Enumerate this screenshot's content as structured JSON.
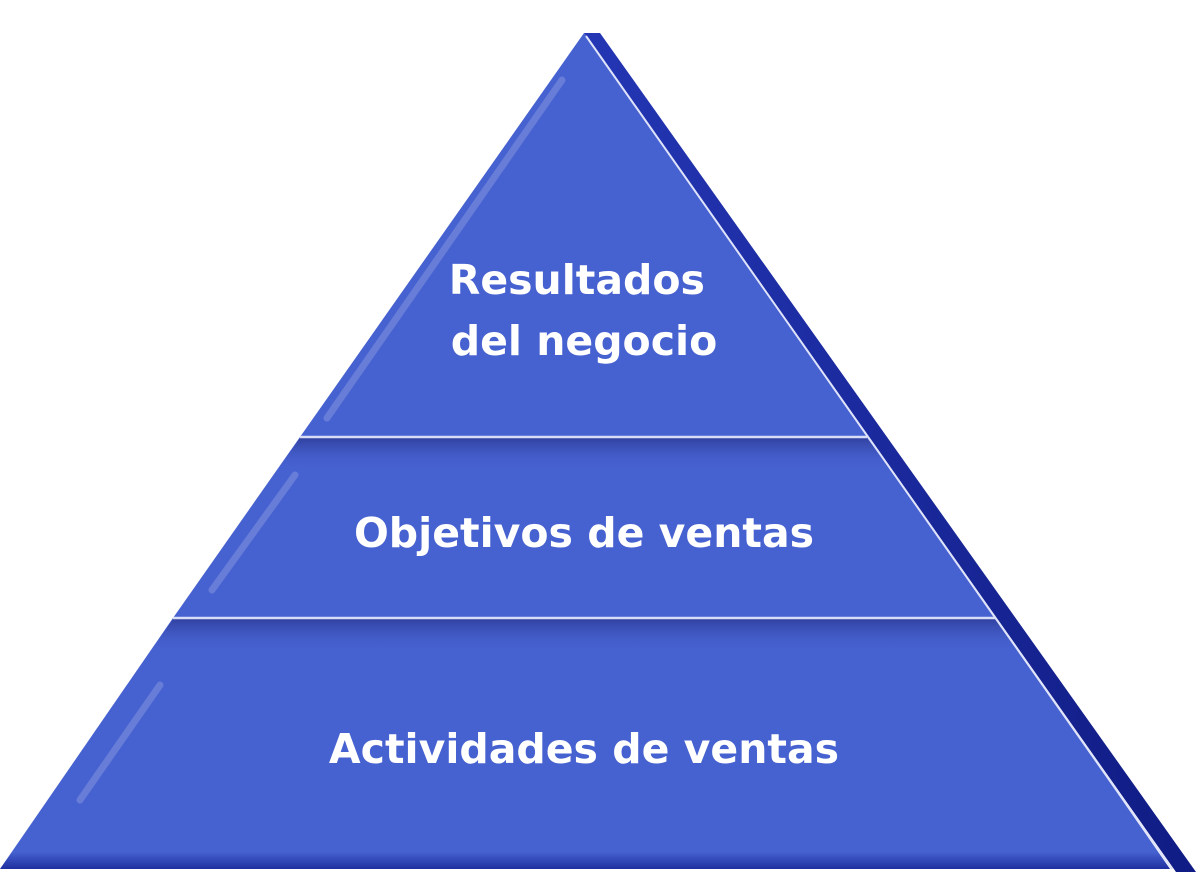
{
  "diagram": {
    "type": "pyramid",
    "colors": {
      "face": "#4661d0",
      "side": "#1a2a9a",
      "edge_highlight": "#cfd6f5",
      "band_shadow": "#2f3f9c",
      "text": "#ffffff"
    },
    "tiers": [
      {
        "lines": [
          "Resultados",
          "del negocio"
        ]
      },
      {
        "lines": [
          "Objetivos de ventas"
        ]
      },
      {
        "lines": [
          "Actividades de ventas"
        ]
      }
    ]
  }
}
